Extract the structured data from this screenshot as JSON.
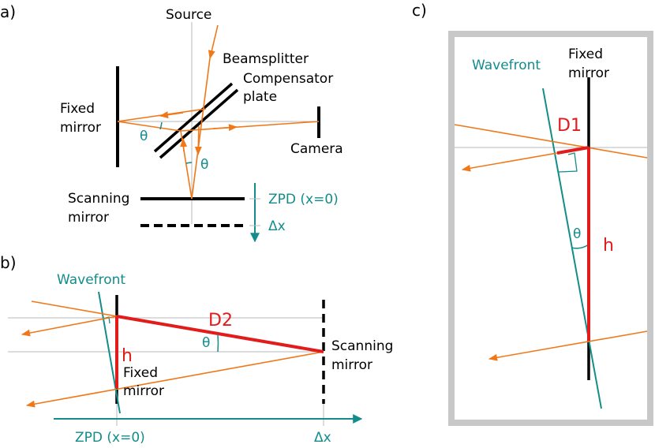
{
  "colors": {
    "ray": "#f07818",
    "teal": "#138c8c",
    "red": "#e21b1b",
    "guide": "#b8b8b8",
    "frame": "#c8c8c8",
    "black": "#000000"
  },
  "panel_a": {
    "tag": "a)",
    "source": "Source",
    "beamsplitter": "Beamsplitter",
    "compensator_1": "Compensator",
    "compensator_2": "plate",
    "fixed_1": "Fixed",
    "fixed_2": "mirror",
    "camera": "Camera",
    "scanning_1": "Scanning",
    "scanning_2": "mirror",
    "theta_left": "θ",
    "theta_right": "θ",
    "zpd": "ZPD (x=0)",
    "dx": "Δx"
  },
  "panel_b": {
    "tag": "b)",
    "wavefront": "Wavefront",
    "d2": "D2",
    "theta": "θ",
    "h": "h",
    "fixed_1": "Fixed",
    "fixed_2": "mirror",
    "scanning_1": "Scanning",
    "scanning_2": "mirror",
    "zpd": "ZPD (x=0)",
    "dx": "Δx"
  },
  "panel_c": {
    "tag": "c)",
    "wavefront": "Wavefront",
    "fixed_1": "Fixed",
    "fixed_2": "mirror",
    "d1": "D1",
    "theta": "θ",
    "h": "h"
  }
}
